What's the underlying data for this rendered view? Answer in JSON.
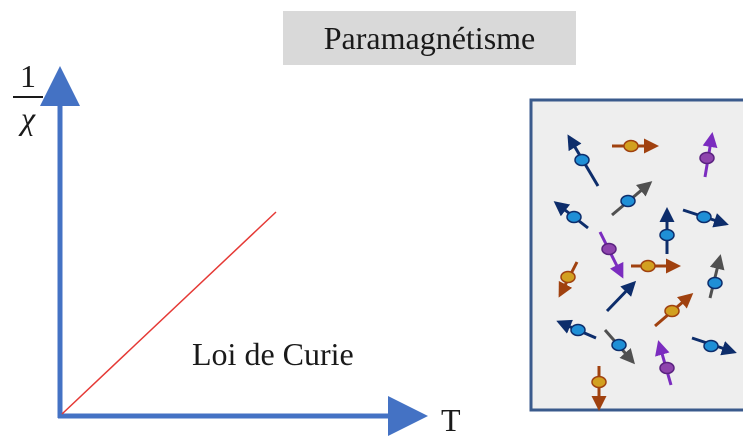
{
  "title": "Paramagnétisme",
  "y_axis": {
    "numerator": "1",
    "denominator": "χ"
  },
  "x_axis": {
    "label": "T"
  },
  "law_label": "Loi de Curie",
  "colors": {
    "axis": "#4472c4",
    "curie_line": "#e53935",
    "box_fill": "#eeeeee",
    "box_border": "#3a5a8c",
    "spin_blue": "#0d2d6b",
    "spin_orange": "#a0410f",
    "spin_purple": "#7b2cbf",
    "spin_gray": "#505050",
    "ball_blue": "#1f8fd6",
    "ball_gold": "#d2a020",
    "ball_purple": "#8e44ad"
  }
}
